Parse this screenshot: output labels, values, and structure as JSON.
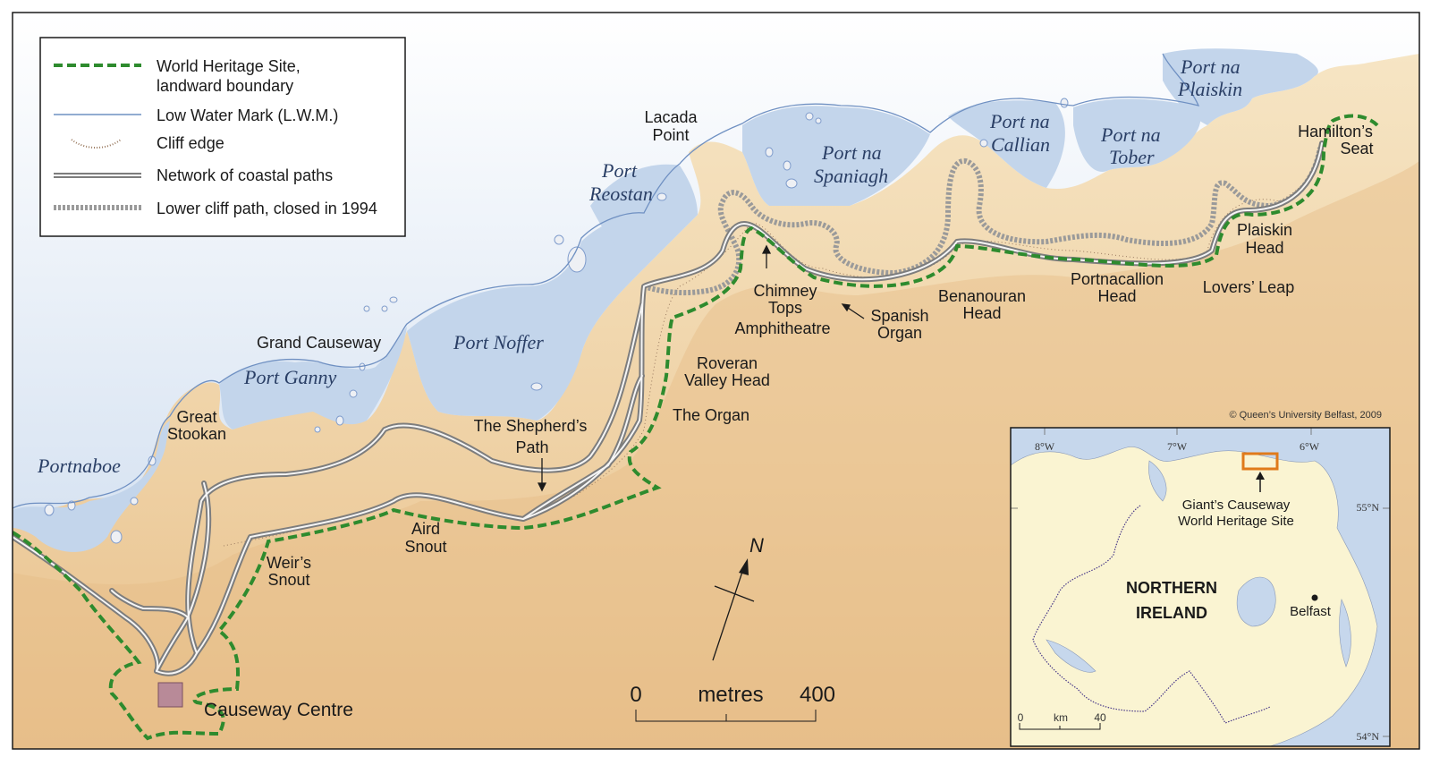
{
  "legend": {
    "items": [
      {
        "icon": "dashed-green-line-icon",
        "label": "World Heritage Site,",
        "label2": "landward boundary"
      },
      {
        "icon": "blue-line-icon",
        "label": "Low Water Mark (L.W.M.)"
      },
      {
        "icon": "cliff-edge-icon",
        "label": "Cliff edge"
      },
      {
        "icon": "double-grey-line-icon",
        "label": "Network of coastal paths"
      },
      {
        "icon": "dotted-grey-line-icon",
        "label": "Lower cliff path, closed in 1994"
      }
    ]
  },
  "bays": {
    "portnaboe": "Portnaboe",
    "port_ganny": "Port Ganny",
    "port_noffer": "Port Noffer",
    "port_reostan_1": "Port",
    "port_reostan_2": "Reostan",
    "port_na_spaniagh_1": "Port na",
    "port_na_spaniagh_2": "Spaniagh",
    "port_na_callian_1": "Port na",
    "port_na_callian_2": "Callian",
    "port_na_tober_1": "Port na",
    "port_na_tober_2": "Tober",
    "port_na_plaiskin_1": "Port na",
    "port_na_plaiskin_2": "Plaiskin"
  },
  "places": {
    "great_stookan_1": "Great",
    "great_stookan_2": "Stookan",
    "grand_causeway": "Grand Causeway",
    "lacada_point_1": "Lacada",
    "lacada_point_2": "Point",
    "hamiltons_seat_1": "Hamilton’s",
    "hamiltons_seat_2": "Seat",
    "plaiskin_head_1": "Plaiskin",
    "plaiskin_head_2": "Head",
    "lovers_leap": "Lovers’ Leap",
    "portnacallion_head_1": "Portnacallion",
    "portnacallion_head_2": "Head",
    "benanouran_head_1": "Benanouran",
    "benanouran_head_2": "Head",
    "spanish_organ_1": "Spanish",
    "spanish_organ_2": "Organ",
    "chimney_tops_1": "Chimney",
    "chimney_tops_2": "Tops",
    "amphitheatre": "Amphitheatre",
    "roveran_1": "Roveran",
    "roveran_2": "Valley Head",
    "the_organ": "The Organ",
    "shepherds_path_1": "The Shepherd’s",
    "shepherds_path_2": "Path",
    "aird_snout_1": "Aird",
    "aird_snout_2": "Snout",
    "weirs_snout_1": "Weir’s",
    "weirs_snout_2": "Snout",
    "causeway_centre": "Causeway Centre"
  },
  "north_arrow": {
    "label": "N"
  },
  "scale_bar": {
    "start": "0",
    "unit": "metres",
    "end": "400"
  },
  "copyright": "© Queen’s University Belfast, 2009",
  "inset": {
    "lon_8": "8°W",
    "lon_7": "7°W",
    "lon_6": "6°W",
    "lat_55": "55°N",
    "lat_54": "54°N",
    "site_1": "Giant’s Causeway",
    "site_2": "World Heritage Site",
    "country_1": "NORTHERN",
    "country_2": "IRELAND",
    "city": "Belfast",
    "scale_start": "0",
    "scale_unit": "km",
    "scale_end": "40"
  },
  "colors": {
    "sea": "#c2d4ea",
    "land": "#f8ecd2",
    "land_shade": "#e9c393",
    "boundary": "#2e8b2e",
    "path": "#8a8a8a",
    "site_marker": "#e07a1a",
    "centre_marker": "#b88a98"
  }
}
